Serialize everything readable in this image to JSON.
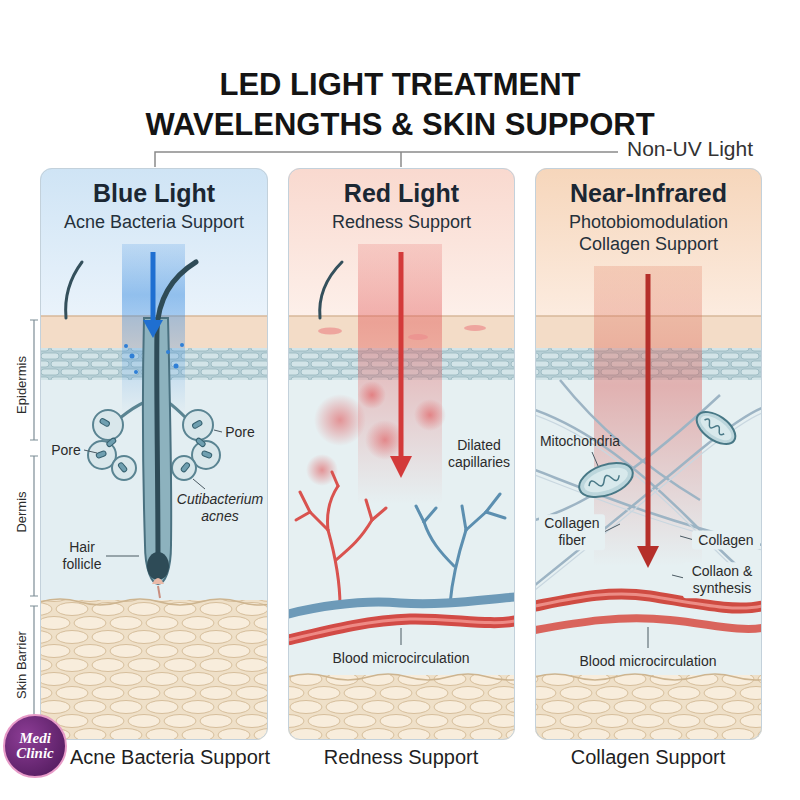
{
  "diagram": {
    "title": "LED LIGHT TREATMENT WAVELENGTHS & SKIN SUPPORT",
    "nodes": [
      {
        "text": [
          "Blue Light",
          "Acne Bacteria Support"
        ]
      },
      {
        "text": [
          "Red Light",
          "Redness Support"
        ]
      },
      {
        "text": [
          "Near-Infrared",
          "Photobiomodulation Collagen Support"
        ]
      },
      {
        "text": [
          "Medi Clinic"
        ]
      }
    ],
    "labels": [
      "Non-UV Light",
      "Epidermis",
      "Dermis",
      "Skin Barrier",
      "Pore",
      "Pore",
      "Cutibacterium acnes",
      "Hair follicle",
      "Dilated capillaries",
      "Blood microcirculation",
      "Mitochondria",
      "Collagen fiber",
      "Collagen",
      "Collaon & synthesis",
      "Blood microcirculation",
      "Acne Bacteria Support",
      "Redness Support",
      "Collagen Support"
    ]
  }
}
